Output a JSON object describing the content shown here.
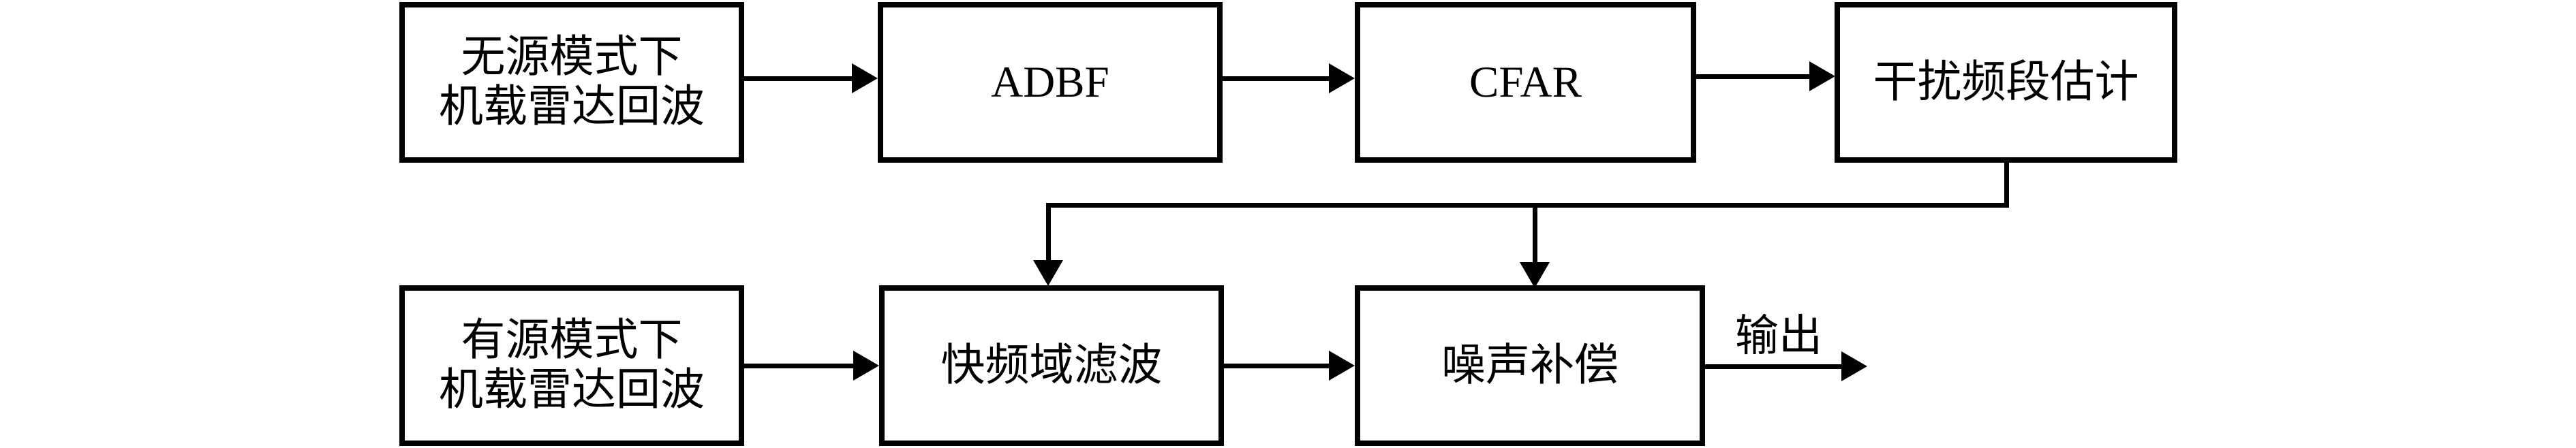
{
  "diagram": {
    "background": "#ffffff",
    "line_color": "#000000",
    "nodes": {
      "passive_input": {
        "lines": [
          "无源模式下",
          "机载雷达回波"
        ]
      },
      "adbf": {
        "label": "ADBF"
      },
      "cfar": {
        "label": "CFAR"
      },
      "interference_band_estimation": {
        "label": "干扰频段估计"
      },
      "active_input": {
        "lines": [
          "有源模式下",
          "机载雷达回波"
        ]
      },
      "fast_frequency_filter": {
        "label": "快频域滤波"
      },
      "noise_compensation": {
        "label": "噪声补偿"
      }
    },
    "output_label": "输出",
    "connections": [
      {
        "from": "passive_input",
        "to": "adbf"
      },
      {
        "from": "adbf",
        "to": "cfar"
      },
      {
        "from": "cfar",
        "to": "interference_band_estimation"
      },
      {
        "from": "interference_band_estimation",
        "to": "fast_frequency_filter"
      },
      {
        "from": "interference_band_estimation",
        "to": "noise_compensation"
      },
      {
        "from": "active_input",
        "to": "fast_frequency_filter"
      },
      {
        "from": "fast_frequency_filter",
        "to": "noise_compensation"
      },
      {
        "from": "noise_compensation",
        "to": "output"
      }
    ]
  }
}
